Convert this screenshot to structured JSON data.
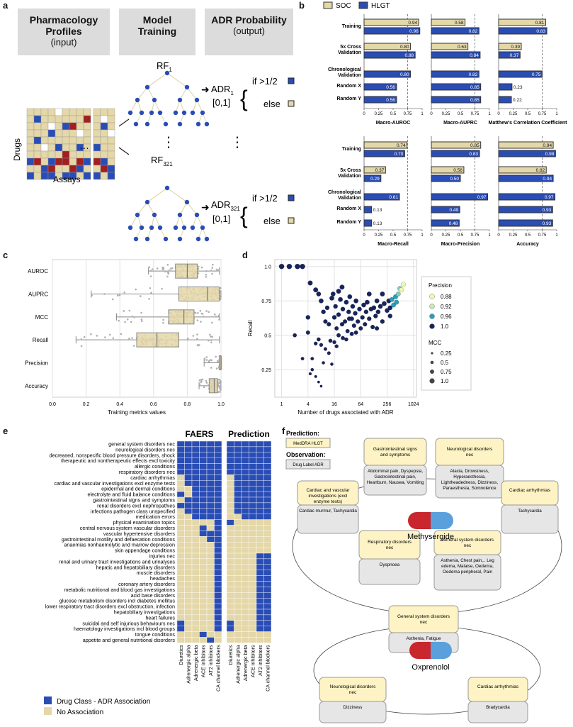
{
  "panel_labels": {
    "a": "a",
    "b": "b",
    "c": "c",
    "d": "d",
    "e": "e",
    "f": "f"
  },
  "panel_a": {
    "header_1_title": "Pharmacology Profiles",
    "header_1_sub": "(input)",
    "header_2_title": "Model Training",
    "header_3_title": "ADR Probability",
    "header_3_sub": "(output)",
    "drugs_label": "Drugs",
    "assays_label": "Assays",
    "rf_top": "RF",
    "rf_top_sub": "1",
    "rf_bottom": "RF",
    "rf_bottom_sub": "321",
    "adr_top": "ADR",
    "adr_top_sub": "1",
    "adr_bottom": "ADR",
    "adr_bottom_sub": "321",
    "range": "[0,1]",
    "if_text": "if >1/2",
    "else_text": "else",
    "ellipsis": "⋮",
    "dots": "…"
  },
  "panel_b": {
    "legend": [
      {
        "label": "SOC",
        "color": "#e4d7a8"
      },
      {
        "label": "HLGT",
        "color": "#2a4db5"
      }
    ],
    "row_labels": [
      "Training",
      "5x Cross Validation",
      "Chronological Validation",
      "Random X",
      "Random Y"
    ],
    "ticks": [
      "0",
      "0.25",
      "0.5",
      "0.75",
      "1"
    ],
    "panels": [
      {
        "title": "Macro-AUROC",
        "soc": [
          0.94,
          0.8,
          null,
          null,
          null
        ],
        "hlgt": [
          0.96,
          0.88,
          0.8,
          0.56,
          0.56
        ]
      },
      {
        "title": "Macro-AUPRC",
        "soc": [
          0.58,
          0.63,
          null,
          null,
          null
        ],
        "hlgt": [
          0.82,
          0.84,
          0.82,
          0.85,
          0.85
        ]
      },
      {
        "title": "Matthew's Correlation Coefficient",
        "soc": [
          0.81,
          0.39,
          null,
          null,
          null
        ],
        "hlgt": [
          0.83,
          0.37,
          0.75,
          0.23,
          0.22
        ]
      },
      {
        "title": "Macro-Recall",
        "soc": [
          0.74,
          0.37,
          null,
          null,
          null
        ],
        "hlgt": [
          0.7,
          0.29,
          0.61,
          0.13,
          0.13
        ]
      },
      {
        "title": "Macro-Precision",
        "soc": [
          0.85,
          0.56,
          null,
          null,
          null
        ],
        "hlgt": [
          0.83,
          0.5,
          0.97,
          0.49,
          0.48
        ]
      },
      {
        "title": "Accuracy",
        "soc": [
          0.94,
          0.82,
          null,
          null,
          null
        ],
        "hlgt": [
          0.98,
          0.94,
          0.97,
          0.93,
          0.93
        ]
      }
    ]
  },
  "chart_data": [
    {
      "type": "box",
      "panel": "c",
      "categories": [
        "AUROC",
        "AUPRC",
        "MCC",
        "Recall",
        "Precision",
        "Accuracy"
      ],
      "xlabel": "Training metrics values",
      "xticks": [
        "0.0",
        "0.2",
        "0.4",
        "0.6",
        "0.8",
        "1.0"
      ],
      "xlim": [
        0,
        1
      ],
      "boxes": [
        {
          "name": "AUROC",
          "whislo": 0.57,
          "q1": 0.73,
          "med": 0.8,
          "q3": 0.86,
          "whishi": 0.99
        },
        {
          "name": "AUPRC",
          "whislo": 0.23,
          "q1": 0.75,
          "med": 0.92,
          "q3": 0.99,
          "whishi": 1.0
        },
        {
          "name": "MCC",
          "whislo": 0.38,
          "q1": 0.69,
          "med": 0.78,
          "q3": 0.84,
          "whishi": 0.99
        },
        {
          "name": "Recall",
          "whislo": 0.14,
          "q1": 0.5,
          "med": 0.62,
          "q3": 0.75,
          "whishi": 0.99
        },
        {
          "name": "Precision",
          "whislo": 0.9,
          "q1": 0.99,
          "med": 1.0,
          "q3": 1.0,
          "whishi": 1.0
        },
        {
          "name": "Accuracy",
          "whislo": 0.87,
          "q1": 0.93,
          "med": 0.96,
          "q3": 0.98,
          "whishi": 1.0
        }
      ]
    },
    {
      "type": "scatter",
      "panel": "d",
      "xlabel": "Number of drugs associated with ADR",
      "ylabel": "Recall",
      "x_scale": "log2",
      "xticks": [
        "1",
        "4",
        "16",
        "64",
        "256",
        "1024"
      ],
      "yticks": [
        "0.25",
        "0.5",
        "0.75",
        "1.0"
      ],
      "xlim": [
        0.7,
        1200
      ],
      "ylim": [
        0.05,
        1.05
      ],
      "legend_precision_title": "Precision",
      "legend_precision": [
        {
          "label": "0.88",
          "color": "#edf8b1"
        },
        {
          "label": "0.92",
          "color": "#c7e9b4"
        },
        {
          "label": "0.96",
          "color": "#2c9fb8"
        },
        {
          "label": "1.0",
          "color": "#17245c"
        }
      ],
      "legend_mcc_title": "MCC",
      "legend_mcc": [
        "0.25",
        "0.5",
        "0.75",
        "1.0"
      ],
      "points": [
        [
          1,
          1.0,
          1.0,
          1.0
        ],
        [
          1.5,
          1.0,
          1.0,
          1.0
        ],
        [
          2.3,
          1.0,
          1.0,
          1.0
        ],
        [
          3,
          1.0,
          1.0,
          1.0
        ],
        [
          4,
          0.63,
          1.0,
          0.8
        ],
        [
          4.5,
          0.88,
          1.0,
          0.9
        ],
        [
          4,
          0.52,
          1.0,
          0.7
        ],
        [
          6,
          0.83,
          1.0,
          0.9
        ],
        [
          7,
          0.8,
          1.0,
          0.85
        ],
        [
          8,
          0.75,
          1.0,
          0.85
        ],
        [
          6,
          0.44,
          1.0,
          0.6
        ],
        [
          5,
          0.33,
          1.0,
          0.5
        ],
        [
          5,
          0.25,
          1.0,
          0.45
        ],
        [
          3,
          0.33,
          1.0,
          0.5
        ],
        [
          2,
          0.5,
          1.0,
          0.65
        ],
        [
          9,
          0.67,
          1.0,
          0.8
        ],
        [
          10,
          0.6,
          1.0,
          0.75
        ],
        [
          11,
          0.7,
          1.0,
          0.8
        ],
        [
          12,
          0.58,
          1.0,
          0.75
        ],
        [
          13,
          0.46,
          1.0,
          0.65
        ],
        [
          14,
          0.77,
          1.0,
          0.85
        ],
        [
          15,
          0.8,
          1.0,
          0.85
        ],
        [
          16,
          0.63,
          1.0,
          0.8
        ],
        [
          17,
          0.71,
          1.0,
          0.8
        ],
        [
          18,
          0.55,
          1.0,
          0.7
        ],
        [
          20,
          0.5,
          1.0,
          0.7
        ],
        [
          20,
          0.65,
          1.0,
          0.8
        ],
        [
          22,
          0.76,
          1.0,
          0.85
        ],
        [
          24,
          0.58,
          1.0,
          0.75
        ],
        [
          25,
          0.69,
          1.0,
          0.8
        ],
        [
          28,
          0.6,
          1.0,
          0.75
        ],
        [
          30,
          0.74,
          1.0,
          0.85
        ],
        [
          32,
          0.53,
          1.0,
          0.7
        ],
        [
          34,
          0.67,
          1.0,
          0.8
        ],
        [
          36,
          0.78,
          1.0,
          0.85
        ],
        [
          40,
          0.62,
          1.0,
          0.78
        ],
        [
          42,
          0.71,
          1.0,
          0.82
        ],
        [
          45,
          0.57,
          1.0,
          0.74
        ],
        [
          48,
          0.66,
          1.0,
          0.8
        ],
        [
          50,
          0.75,
          1.0,
          0.85
        ],
        [
          55,
          0.6,
          1.0,
          0.76
        ],
        [
          60,
          0.69,
          1.0,
          0.82
        ],
        [
          64,
          0.55,
          1.0,
          0.72
        ],
        [
          70,
          0.63,
          1.0,
          0.78
        ],
        [
          75,
          0.72,
          1.0,
          0.84
        ],
        [
          80,
          0.58,
          1.0,
          0.75
        ],
        [
          85,
          0.67,
          1.0,
          0.8
        ],
        [
          90,
          0.74,
          1.0,
          0.85
        ],
        [
          100,
          0.62,
          1.0,
          0.78
        ],
        [
          110,
          0.69,
          1.0,
          0.82
        ],
        [
          120,
          0.56,
          1.0,
          0.74
        ],
        [
          128,
          0.7,
          1.0,
          0.83
        ],
        [
          140,
          0.64,
          1.0,
          0.8
        ],
        [
          150,
          0.75,
          1.0,
          0.86
        ],
        [
          160,
          0.67,
          1.0,
          0.82
        ],
        [
          180,
          0.71,
          1.0,
          0.84
        ],
        [
          200,
          0.6,
          1.0,
          0.78
        ],
        [
          220,
          0.73,
          1.0,
          0.85
        ],
        [
          256,
          0.68,
          1.0,
          0.83
        ],
        [
          280,
          0.75,
          1.0,
          0.86
        ],
        [
          300,
          0.7,
          1.0,
          0.84
        ],
        [
          330,
          0.76,
          0.96,
          0.87
        ],
        [
          360,
          0.72,
          0.96,
          0.85
        ],
        [
          400,
          0.78,
          0.96,
          0.88
        ],
        [
          420,
          0.74,
          0.96,
          0.86
        ],
        [
          460,
          0.8,
          0.92,
          0.88
        ],
        [
          500,
          0.84,
          0.92,
          0.9
        ],
        [
          540,
          0.83,
          0.88,
          0.9
        ],
        [
          600,
          0.87,
          0.88,
          0.92
        ],
        [
          7,
          0.47,
          1.0,
          0.65
        ],
        [
          8,
          0.43,
          1.0,
          0.6
        ],
        [
          9,
          0.3,
          1.0,
          0.45
        ],
        [
          10,
          0.4,
          1.0,
          0.55
        ],
        [
          12,
          0.37,
          1.0,
          0.55
        ],
        [
          14,
          0.29,
          1.0,
          0.45
        ],
        [
          16,
          0.45,
          1.0,
          0.62
        ],
        [
          18,
          0.42,
          1.0,
          0.6
        ],
        [
          25,
          0.48,
          1.0,
          0.66
        ],
        [
          30,
          0.47,
          1.0,
          0.65
        ],
        [
          40,
          0.51,
          1.0,
          0.7
        ],
        [
          6,
          0.2,
          1.0,
          0.35
        ],
        [
          7,
          0.16,
          1.0,
          0.3
        ],
        [
          8,
          0.13,
          1.0,
          0.28
        ],
        [
          4.5,
          0.22,
          1.0,
          0.38
        ],
        [
          50,
          0.52,
          1.0,
          0.7
        ],
        [
          35,
          0.62,
          1.0,
          0.78
        ],
        [
          24,
          0.85,
          1.0,
          0.9
        ],
        [
          20,
          0.82,
          1.0,
          0.88
        ],
        [
          100,
          0.8,
          1.0,
          0.87
        ],
        [
          200,
          0.8,
          1.0,
          0.88
        ],
        [
          150,
          0.55,
          1.0,
          0.73
        ],
        [
          300,
          0.64,
          1.0,
          0.8
        ]
      ]
    }
  ],
  "panel_e": {
    "title_faers": "FAERS",
    "title_prediction": "Prediction",
    "rows": [
      "general system disorders nec",
      "neurological disorders nec",
      "decreased, nonspecific blood pressure disorders, shock",
      "therapeutic and nontherapeutic effects  excl toxicity",
      "allergic conditions",
      "respiratory disorders nec",
      "cardiac arrhythmias",
      "cardiac and vascular investigations  excl enzyme tests",
      "epidermal and dermal conditions",
      "electrolyte and fluid balance conditions",
      "gastrointestinal signs and symptoms",
      "renal disorders  excl nephropathies",
      "infections   pathogen class unspecified",
      "medication errors",
      "physical examination topics",
      "central nervous system vascular disorders",
      "vascular hypertensive disorders",
      "gastrointestinal motility and defaecation conditions",
      "anaemias nonhaemolytic and marrow depression",
      "skin appendage conditions",
      "injuries nec",
      "renal and urinary tract investigations and urinalyses",
      "hepatic and hepatobiliary disorders",
      "muscle disorders",
      "headaches",
      "coronary artery disorders",
      "metabolic  nutritional and blood gas investigations",
      "acid base disorders",
      "glucose metabolism disorders  incl diabetes mellitus",
      "lower respiratory tract disorders excl obstruction, infection",
      "hepatobiliary investigations",
      "heart failures",
      "suicidal and self injurious behaviours nec",
      "haematology investigations  incl blood groups",
      "tongue conditions",
      "appetite and general nutritional disorders"
    ],
    "cols": [
      "Diuretics",
      "Adrenergic alpha",
      "Adrenergic beta",
      "ACE inhibitors",
      "AT2 inhibitors",
      "CA channel blockers"
    ],
    "faers": [
      "111111",
      "111111",
      "111111",
      "111111",
      "111111",
      "111111",
      "011111",
      "011111",
      "001111",
      "101111",
      "011111",
      "111111",
      "011111",
      "001111",
      "000001",
      "000101",
      "000111",
      "000011",
      "000001",
      "000001",
      "000001",
      "000001",
      "000001",
      "000001",
      "000001",
      "000001",
      "000001",
      "000001",
      "000001",
      "000001",
      "000001",
      "000001",
      "100001",
      "100001",
      "000100",
      "000010"
    ],
    "pred": [
      "111111",
      "111111",
      "111111",
      "111111",
      "111111",
      "111111",
      "011111",
      "011111",
      "011111",
      "011111",
      "011111",
      "011111",
      "011111",
      "001111",
      "100000",
      "000000",
      "000000",
      "000000",
      "000000",
      "000000",
      "000011",
      "000011",
      "000011",
      "000011",
      "000011",
      "000011",
      "000011",
      "000011",
      "000011",
      "000011",
      "000011",
      "000011",
      "100011",
      "100011",
      "000000",
      "000000"
    ],
    "legend_yes": "Drug Class - ADR Association",
    "legend_no": "No Association",
    "color_yes": "#2a4db5",
    "color_no": "#e4d7a8"
  },
  "panel_f": {
    "pred_label": "Prediction:",
    "pred_box": "MedDRA HLGT",
    "obs_label": "Observation:",
    "obs_box": "Drug Label ADR",
    "drug1": "Methysergide",
    "drug2": "Oxprenolol",
    "drug1_nodes": [
      {
        "hlgt": "Gastrointestinal signs and symptoms",
        "adr": "Abdominal pain, Dyspepsia, Gastrointestinal pain, Heartburn, Nausea, Vomiting"
      },
      {
        "hlgt": "Neurological disorders nec",
        "adr": "Ataxia, Drowsiness, Hyperaesthesia, Lightheadedness, Dizziness, Paraesthesia, Somnolence"
      },
      {
        "hlgt": "Cardiac and vascular investigations (excl enzyme tests)",
        "adr": "Cardiac murmur, Tachycardia"
      },
      {
        "hlgt": "Cardiac arrhythmias",
        "adr": "Tachycardia"
      },
      {
        "hlgt": "Respiratory disorders nec",
        "adr": "Dyspnoea"
      },
      {
        "hlgt": "General system disorders nec",
        "adr": "Asthenia, Chest pain,.. Leg edema, Malaise, Oedema, Oedema peripheral, Pain"
      }
    ],
    "drug2_nodes": [
      {
        "hlgt": "General system disorders nec",
        "adr": "Asthenia, Fatigue"
      },
      {
        "hlgt": "Neurological disorders nec",
        "adr": "Dizziness"
      },
      {
        "hlgt": "Cardiac arrhythmias",
        "adr": "Bradycardia"
      }
    ]
  }
}
